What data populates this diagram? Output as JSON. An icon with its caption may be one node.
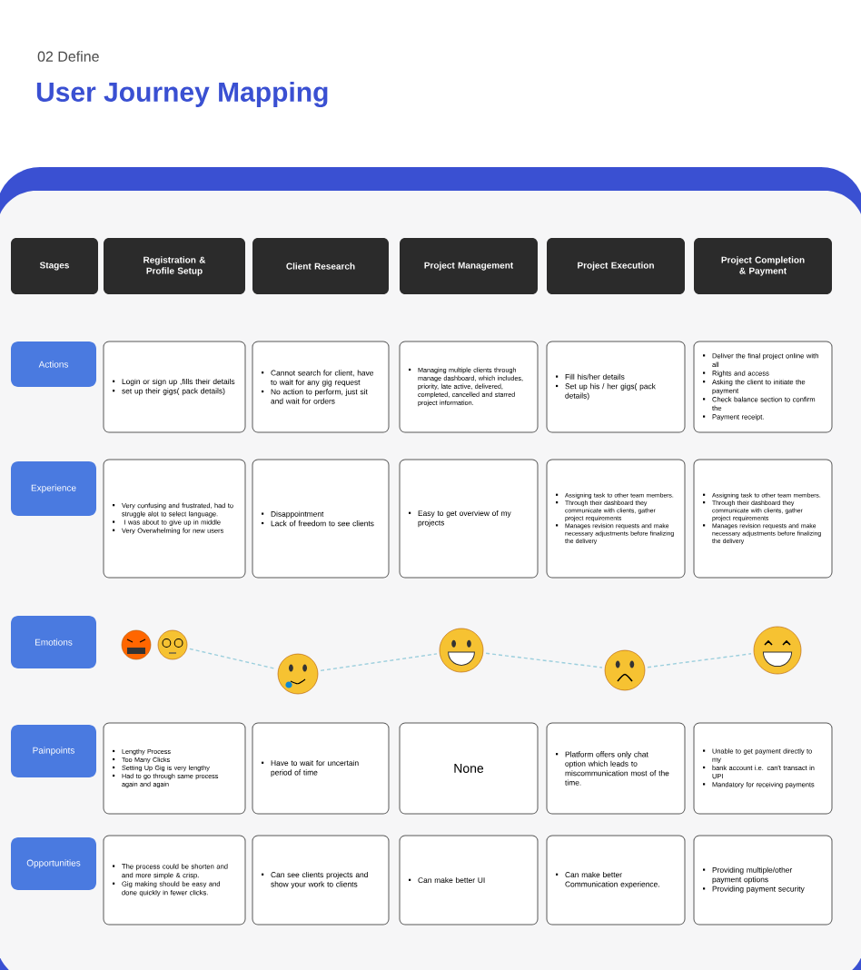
{
  "diagram": {
    "title": "User Journey Mapping",
    "labels": [
      "02 Define"
    ],
    "nodes": [
      {
        "text": [
          "Stages"
        ]
      },
      {
        "text": [
          "Registration & Profile Setup"
        ]
      },
      {
        "text": [
          "Client Research"
        ]
      },
      {
        "text": [
          "Project Management"
        ]
      },
      {
        "text": [
          "Project Execution"
        ]
      },
      {
        "text": [
          "Project Completion & Payment"
        ]
      },
      {
        "text": [
          "Actions"
        ]
      },
      {
        "text": [
          "Login or sign up ,fills their details",
          "set up their gigs( pack details)"
        ]
      },
      {
        "text": [
          "Cannot search for client, have to wait for any gig request",
          "No action to perform, just sit and  wait for orders"
        ]
      },
      {
        "text": [
          "Managing multiple clients through manage dashboard, which includes, priority, late active, delivered, completed, cancelled and starred project information."
        ]
      },
      {
        "text": [
          "Fill his/her details",
          "Set up his / her gigs( pack details)"
        ]
      },
      {
        "text": [
          "Deliver the final project online with all",
          "Rights and access",
          "Asking the client to initiate the payment",
          "Check balance section to confirm the",
          "Payment receipt."
        ]
      },
      {
        "text": [
          "Experience"
        ]
      },
      {
        "text": [
          "Very confusing and frustrated, had to struggle alot to select language.",
          " I was about to give up in middle",
          "Very Overwhelming for new users"
        ]
      },
      {
        "text": [
          "Disappointment",
          "Lack of freedom to see clients"
        ]
      },
      {
        "text": [
          "Easy to get overview of my projects"
        ]
      },
      {
        "text": [
          "Assigning task to other team members.",
          "Through their dashboard they communicate with clients, gather project requirements",
          "Manages revision requests and make necessary adjustments before finalizing the delivery"
        ]
      },
      {
        "text": [
          "Assigning task to other team members.",
          "Through their dashboard they communicate with clients, gather project requirements",
          "Manages revision requests and make necessary adjustments before finalizing the delivery"
        ]
      },
      {
        "text": [
          "Emotions"
        ]
      },
      {
        "text": [],
        "shape": "circle"
      },
      {
        "text": [],
        "shape": "circle"
      },
      {
        "text": [],
        "shape": "circle"
      },
      {
        "text": [],
        "shape": "circle"
      },
      {
        "text": [],
        "shape": "circle"
      },
      {
        "text": [],
        "shape": "circle"
      },
      {
        "text": [
          "Painpoints"
        ]
      },
      {
        "text": [
          "Lengthy Process",
          "Too Many Clicks",
          "Setting Up Gig is very lengthy",
          "Had to go through same process again and again"
        ]
      },
      {
        "text": [
          "Have to wait for uncertain period of time"
        ]
      },
      {
        "text": [
          "None"
        ]
      },
      {
        "text": [
          "Platform offers only chat option which leads to miscommunication most of the time."
        ]
      },
      {
        "text": [
          "Unable to get payment directly to my",
          "bank account i.e. can't transact in UPI",
          "Mandatory for receiving payments"
        ]
      },
      {
        "text": [
          "Opportunities"
        ]
      },
      {
        "text": [
          "The process could be shorten and and more simple & crisp.",
          "Gig making should be easy and done quickly in fewer clicks."
        ]
      },
      {
        "text": [
          "Can see clients projects and show your work to clients"
        ]
      },
      {
        "text": [
          "Can make better UI"
        ]
      },
      {
        "text": [
          "Can make better Communication experience."
        ]
      },
      {
        "text": [
          "Providing multiple/other payment options",
          "Providing payment security"
        ]
      }
    ],
    "edges": [
      {
        "from": 20,
        "to": 21,
        "arrow": "none",
        "style": "dashed",
        "color": "#9ccfdd"
      },
      {
        "from": 21,
        "to": 22,
        "arrow": "none",
        "style": "dashed",
        "color": "#9ccfdd"
      },
      {
        "from": 22,
        "to": 23,
        "arrow": "none",
        "style": "dashed",
        "color": "#9ccfdd"
      },
      {
        "from": 23,
        "to": 24,
        "arrow": "none",
        "style": "dashed",
        "color": "#9ccfdd"
      }
    ]
  }
}
